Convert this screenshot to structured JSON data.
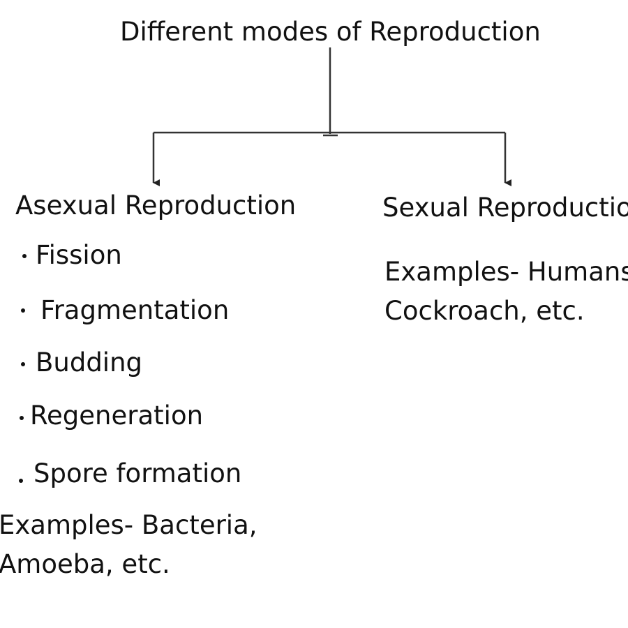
{
  "title": "Different modes of Reproduction",
  "branches": {
    "asexual": {
      "heading": "Asexual Reproduction",
      "items": [
        "Fission",
        "Fragmentation",
        "Budding",
        "Regeneration",
        "Spore formation"
      ],
      "examples_line1": "Examples- Bacteria,",
      "examples_line2": "Amoeba, etc."
    },
    "sexual": {
      "heading": "Sexual Reproduction",
      "examples_line1": "Examples- Humans,",
      "examples_line2": "Cockroach, etc."
    }
  },
  "colors": {
    "ink": "#111111",
    "background": "#ffffff"
  }
}
